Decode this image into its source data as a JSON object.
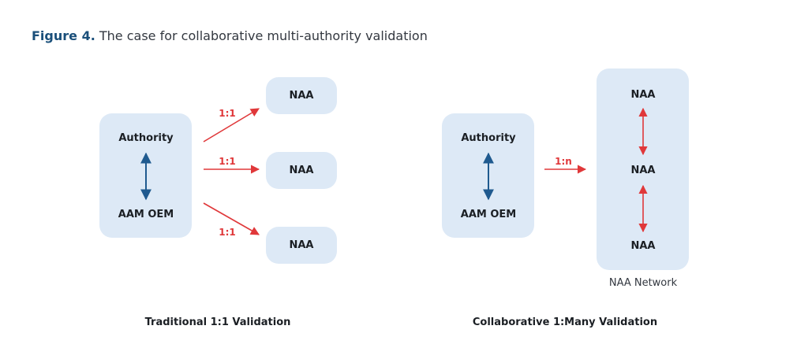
{
  "figure": {
    "number": "Figure 4.",
    "title": "The case for collaborative multi-authority validation"
  },
  "left": {
    "authority": "Authority",
    "oem": "AAM OEM",
    "naa_1": "NAA",
    "naa_2": "NAA",
    "naa_3": "NAA",
    "edge_1": "1:1",
    "edge_2": "1:1",
    "edge_3": "1:1",
    "caption": "Traditional 1:1 Validation"
  },
  "right": {
    "authority": "Authority",
    "oem": "AAM OEM",
    "edge": "1:n",
    "naa_1": "NAA",
    "naa_2": "NAA",
    "naa_3": "NAA",
    "network_label": "NAA Network",
    "caption": "Collaborative 1:Many Validation"
  },
  "colors": {
    "box_fill": "#dde9f6",
    "red_arrow": "#e0383a",
    "blue_arrow": "#1f5a8f",
    "title_accent": "#1a4f7a"
  }
}
